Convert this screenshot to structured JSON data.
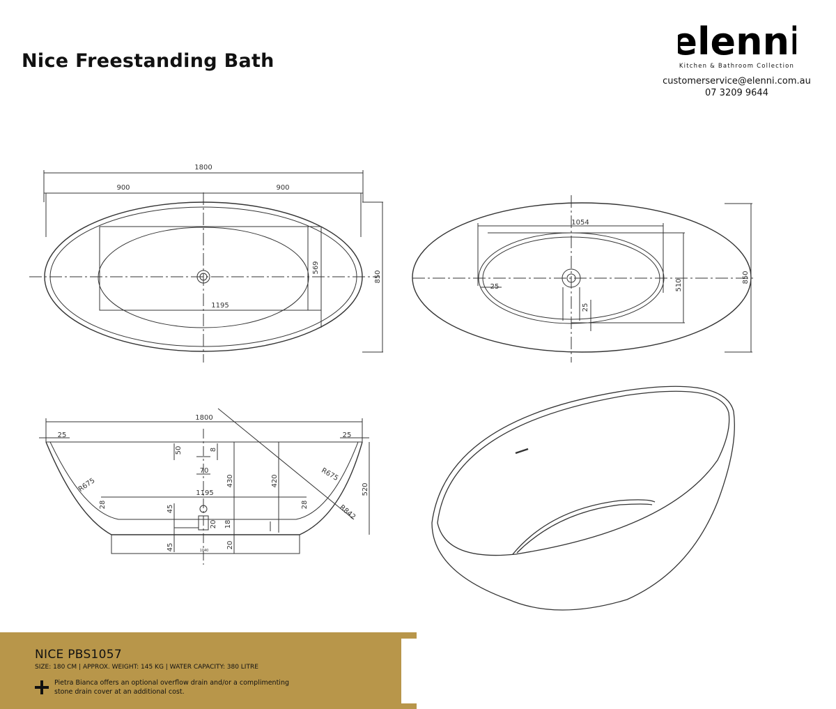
{
  "title": "Nice Freestanding Bath",
  "brand": {
    "logo_text": "elenni",
    "tagline": "Kitchen &  Bathroom Collection",
    "email": "customerservice@elenni.com.au",
    "phone": "07 3209 9644"
  },
  "drawing": {
    "top_view": {
      "overall_length": "1800",
      "half_left": "900",
      "half_right": "900",
      "inner_length": "1195",
      "inner_width": "569",
      "overall_width": "850"
    },
    "top_view_2": {
      "inner_length": "1054",
      "offset_left": "25",
      "offset_bottom": "25",
      "inner_width": "510",
      "overall_width": "850"
    },
    "side_view": {
      "overall_length": "1800",
      "rim_left": "25",
      "rim_right": "25",
      "radius_left": "R675",
      "radius_right": "R675",
      "radius_outer": "R842",
      "base_length": "1195",
      "depth_inner": "430",
      "depth_bowl": "420",
      "height": "520",
      "dim_50": "50",
      "dim_8": "8",
      "dim_70": "70",
      "dim_45a": "45",
      "dim_45b": "45",
      "dim_20a": "20",
      "dim_20b": "20",
      "dim_18": "18",
      "dim_28a": "28",
      "dim_28b": "28",
      "dim_small": "1040"
    }
  },
  "footer": {
    "model": "NICE PBS1057",
    "specs": "SIZE: 180 CM | APPROX. WEIGHT: 145 KG | WATER CAPACITY: 380 LITRE",
    "note": "Pietra Bianca offers an optional overflow drain and/or a complimenting stone drain cover at an additional cost."
  },
  "colors": {
    "footer_bg": "#b8964a",
    "line": "#333333"
  }
}
